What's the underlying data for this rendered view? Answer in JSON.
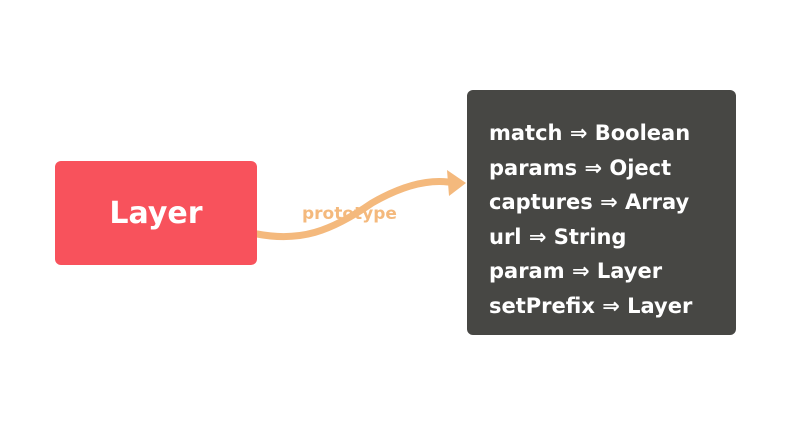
{
  "colors": {
    "layer_fill": "#f8525c",
    "proto_fill": "#474744",
    "arrow": "#f4b97d"
  },
  "layer": {
    "label": "Layer"
  },
  "edge": {
    "label": "prototype"
  },
  "prototype": {
    "items": [
      {
        "name": "match",
        "arrow": "⇒",
        "type": "Boolean"
      },
      {
        "name": "params",
        "arrow": "⇒",
        "type": "Oject"
      },
      {
        "name": "captures",
        "arrow": "⇒",
        "type": "Array"
      },
      {
        "name": "url",
        "arrow": "⇒",
        "type": "String"
      },
      {
        "name": "param",
        "arrow": "⇒",
        "type": "Layer"
      },
      {
        "name": "setPrefix",
        "arrow": "⇒",
        "type": "Layer"
      }
    ]
  }
}
